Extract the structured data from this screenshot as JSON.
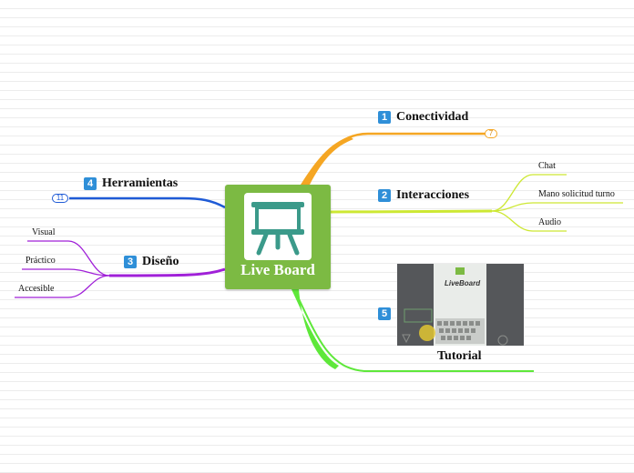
{
  "central": {
    "title": "Live Board",
    "icon": "easel-board-icon",
    "color": "#7cba43"
  },
  "branches": {
    "conectividad": {
      "number": "1",
      "label": "Conectividad",
      "badge": "7",
      "color": "#f5a623"
    },
    "interacciones": {
      "number": "2",
      "label": "Interacciones",
      "color": "#cde833",
      "items": [
        "Chat",
        "Mano solicitud turno",
        "Audio"
      ]
    },
    "diseno": {
      "number": "3",
      "label": "Diseño",
      "color": "#a020d8",
      "items": [
        "Visual",
        "Práctico",
        "Accesible"
      ]
    },
    "herramientas": {
      "number": "4",
      "label": "Herramientas",
      "badge": "11",
      "color": "#1f5bd6"
    },
    "tutorial": {
      "number": "5",
      "label": "Tutorial",
      "color": "#5ee83a",
      "image_caption": "LiveBoard"
    }
  }
}
